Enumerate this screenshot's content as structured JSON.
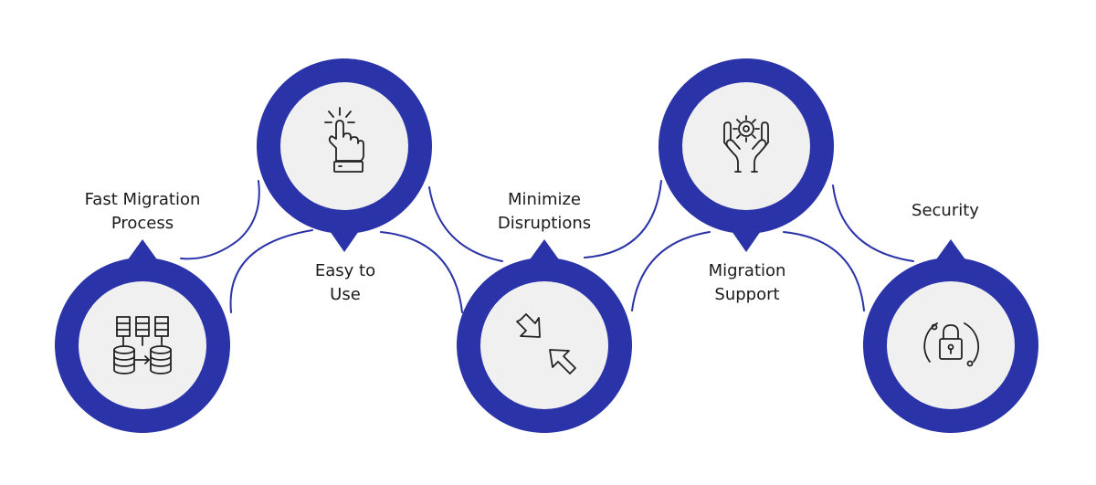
{
  "colors": {
    "ring": "#2a33a7",
    "inner": "#f0f0f0",
    "connector": "#2a33a7",
    "icon": "#222222",
    "text": "#1a1a1a"
  },
  "steps": [
    {
      "line1": "Fast Migration",
      "line2": "Process",
      "icon": "database-migration-icon"
    },
    {
      "line1": "Easy to",
      "line2": "Use",
      "icon": "hand-click-icon"
    },
    {
      "line1": "Minimize",
      "line2": "Disruptions",
      "icon": "minimize-arrows-icon"
    },
    {
      "line1": "Migration",
      "line2": "Support",
      "icon": "hands-gear-icon"
    },
    {
      "line1": "Security",
      "line2": "",
      "icon": "lock-icon"
    }
  ]
}
